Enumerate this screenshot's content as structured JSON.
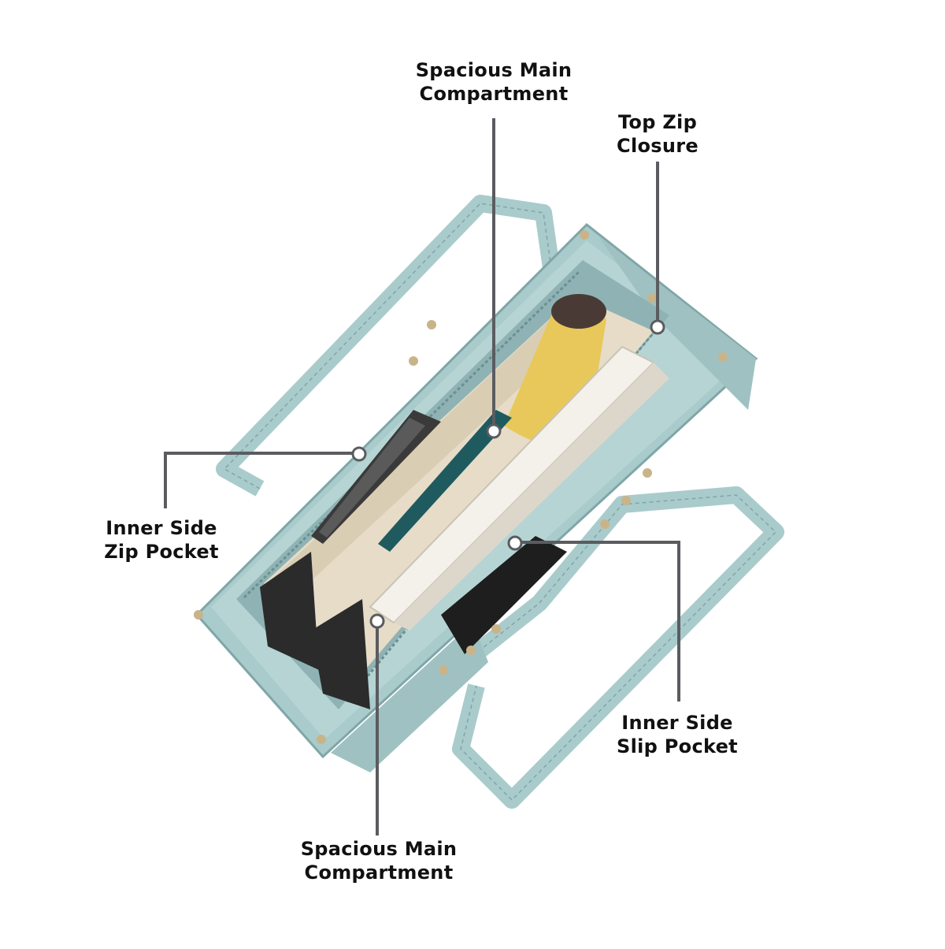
{
  "callouts": [
    {
      "id": "main-top",
      "lines": [
        "Spacious Main",
        "Compartment"
      ]
    },
    {
      "id": "zip-closure",
      "lines": [
        "Top Zip",
        "Closure"
      ]
    },
    {
      "id": "zip-pocket",
      "lines": [
        "Inner Side",
        "Zip Pocket"
      ]
    },
    {
      "id": "slip-pocket",
      "lines": [
        "Inner Side",
        "Slip Pocket"
      ]
    },
    {
      "id": "main-bottom",
      "lines": [
        "Spacious Main",
        "Compartment"
      ]
    }
  ],
  "colors": {
    "background": "#ffffff",
    "leader_line": "#5a5c60",
    "bag_mint": "#a9cbcb",
    "bag_mint_dark": "#7fa6a8",
    "lining": "#e6dcc8",
    "text": "#111111"
  }
}
